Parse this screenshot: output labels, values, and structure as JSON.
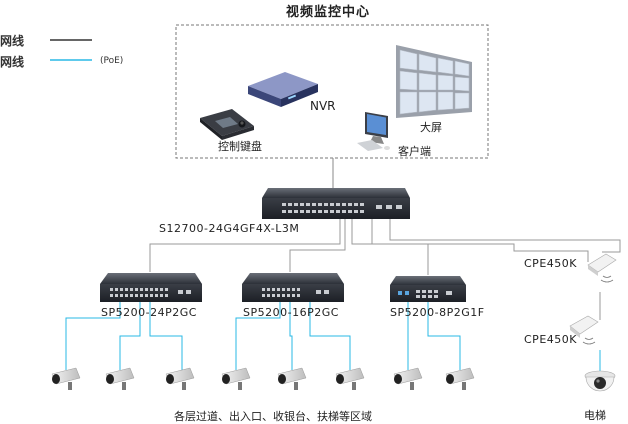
{
  "title": "视频监控中心",
  "legend": {
    "network_label": "网线",
    "poe_label": "网线",
    "poe_note": "(PoE)",
    "network_color": "#333333",
    "poe_color": "#29b8e6"
  },
  "center": {
    "nvr": "NVR",
    "keyboard": "控制键盘",
    "video_wall": "大屏",
    "client": "客户端"
  },
  "core_switch": "S12700-24G4GF4X-L3M",
  "access_switches": [
    "SP5200-24P2GC",
    "SP5200-16P2GC",
    "SP5200-8P2G1F"
  ],
  "cpe_top": "CPE450K",
  "cpe_bottom": "CPE450K",
  "camera_area": "各层过道、出入口、收银台、扶梯等区域",
  "elevator": "电梯"
}
